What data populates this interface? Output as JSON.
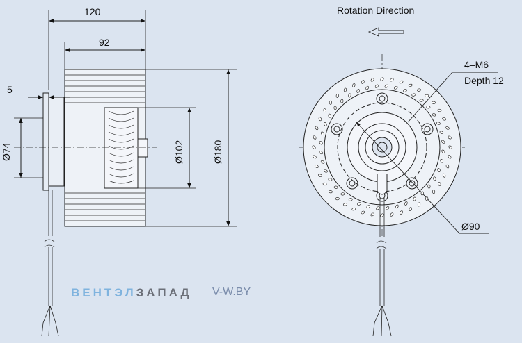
{
  "side_view": {
    "dim_120": "120",
    "dim_92": "92",
    "dim_5": "5",
    "dim_74": "Ø74",
    "dim_102": "Ø102",
    "dim_180": "Ø180"
  },
  "front_view": {
    "rotation_title": "Rotation  Direction",
    "thread_label": "4–M6",
    "depth_label": "Depth 12",
    "dim_90": "Ø90"
  },
  "watermark": {
    "brand_part1": "ВЕНТЭЛ",
    "brand_part2": "ЗАПАД",
    "site": "V-W.BY"
  },
  "colors": {
    "background": "#dbe4f0",
    "line": "#222222",
    "brand_light": "#7fb3de",
    "brand_dark": "#6b6f78"
  }
}
